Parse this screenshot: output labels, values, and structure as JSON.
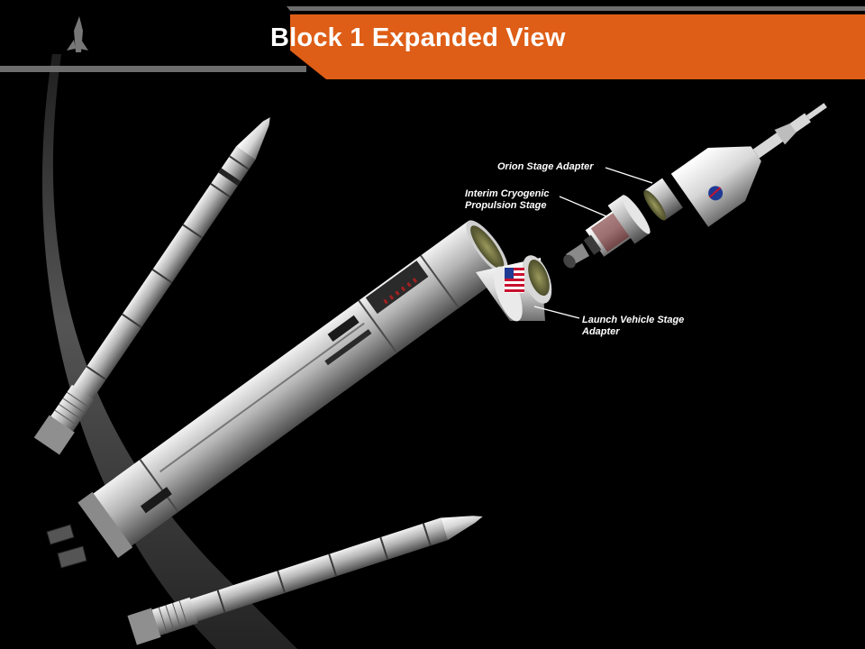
{
  "slide": {
    "title": "Block 1 Expanded View",
    "accent_color": "#de5e17"
  },
  "callouts": {
    "orion_stage_adapter": "Orion Stage Adapter",
    "icps": "Interim Cryogenic\nPropulsion Stage",
    "lvsa": "Launch Vehicle Stage\nAdapter"
  }
}
